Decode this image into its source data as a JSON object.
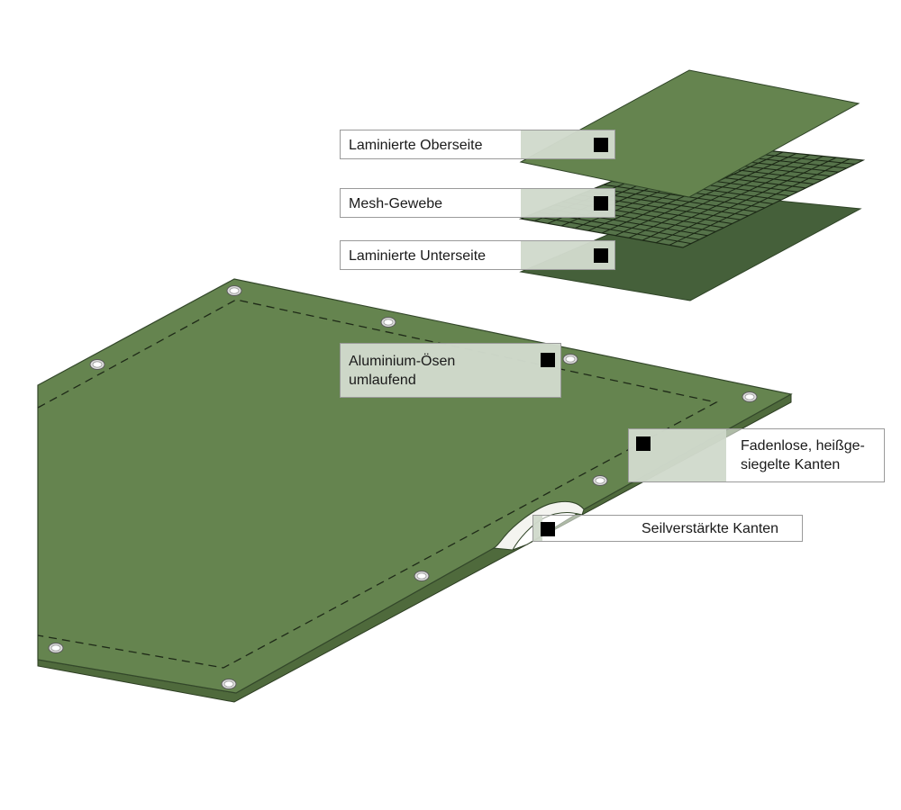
{
  "colors": {
    "tarp_fill": "#65844f",
    "tarp_edge": "#4f6a3c",
    "tarp_shadow": "#3f5a30",
    "dashed_line": "#1f2a18",
    "grommet_ring": "#d8d8d8",
    "callout_shade": "#ced8ca",
    "marker": "#000000"
  },
  "layers": [
    {
      "key": "top",
      "label": "Laminierte Oberseite",
      "icon": "laminated-top-layer"
    },
    {
      "key": "mesh",
      "label": "Mesh-Gewebe",
      "icon": "mesh-fabric-layer"
    },
    {
      "key": "bottom",
      "label": "Laminierte Unterseite",
      "icon": "laminated-bottom-layer"
    }
  ],
  "features": {
    "eyelets": "Aluminium-Ösen\numlaufend",
    "edges": "Fadenlose, heißge-\nsiegelte Kanten",
    "rope": "Seilverstärkte Kanten"
  },
  "icons": {
    "marker": "square-marker-icon",
    "grommet": "grommet-icon",
    "hand_slot": "hand-slot-icon"
  }
}
